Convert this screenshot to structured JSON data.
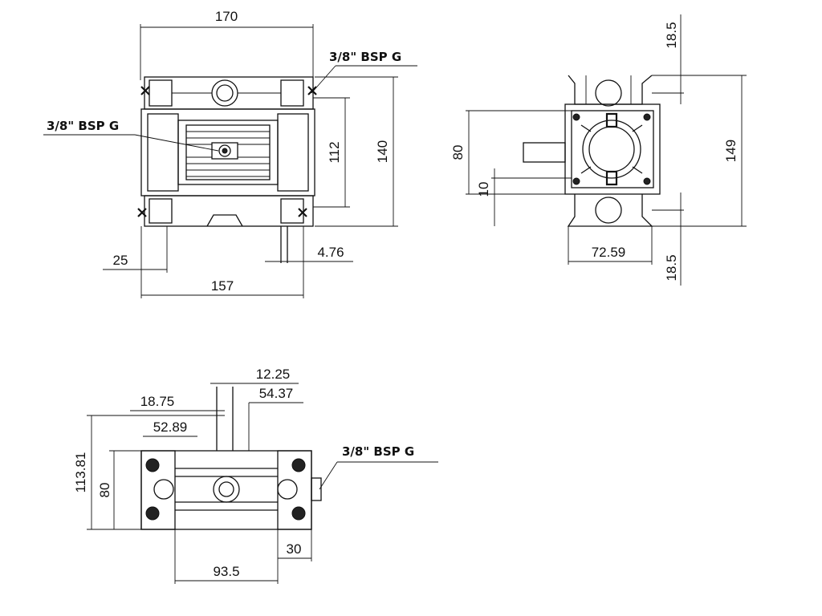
{
  "front_view": {
    "dim_width_top": "170",
    "dim_width_bottom": "157",
    "dim_height_inner": "112",
    "dim_height_outer": "140",
    "dim_left_offset": "25",
    "dim_small_offset": "4.76",
    "port_label_top": "3/8\" BSP G",
    "port_label_center": "3/8\" BSP G"
  },
  "side_view": {
    "dim_top_port": "18.5",
    "dim_bottom_port": "18.5",
    "dim_height": "149",
    "dim_inner_height": "80",
    "dim_small": "10",
    "dim_width": "72.59"
  },
  "top_view": {
    "dim_a": "12.25",
    "dim_b": "18.75",
    "dim_c": "54.37",
    "dim_d": "52.89",
    "dim_height_outer": "113.81",
    "dim_height_inner": "80",
    "dim_width": "93.5",
    "dim_right": "30",
    "port_label": "3/8\" BSP G"
  }
}
